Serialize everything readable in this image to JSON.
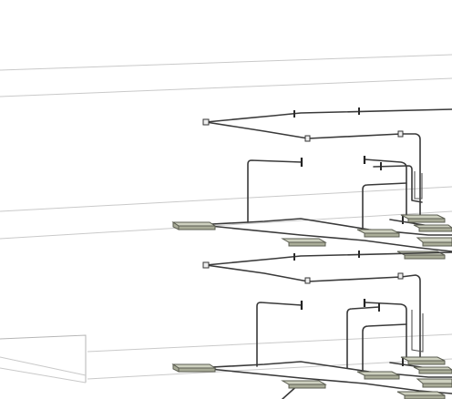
{
  "view": {
    "type": "isometric-piping-model",
    "colors": {
      "background": "#ffffff",
      "pipe": "#3a3a3a",
      "guide_lines": "#c9c9c9",
      "fixture": "#cdd0bf"
    },
    "levels": [
      "upper",
      "lower"
    ],
    "fixture_counts": {
      "upper": 7,
      "lower": 7
    }
  }
}
